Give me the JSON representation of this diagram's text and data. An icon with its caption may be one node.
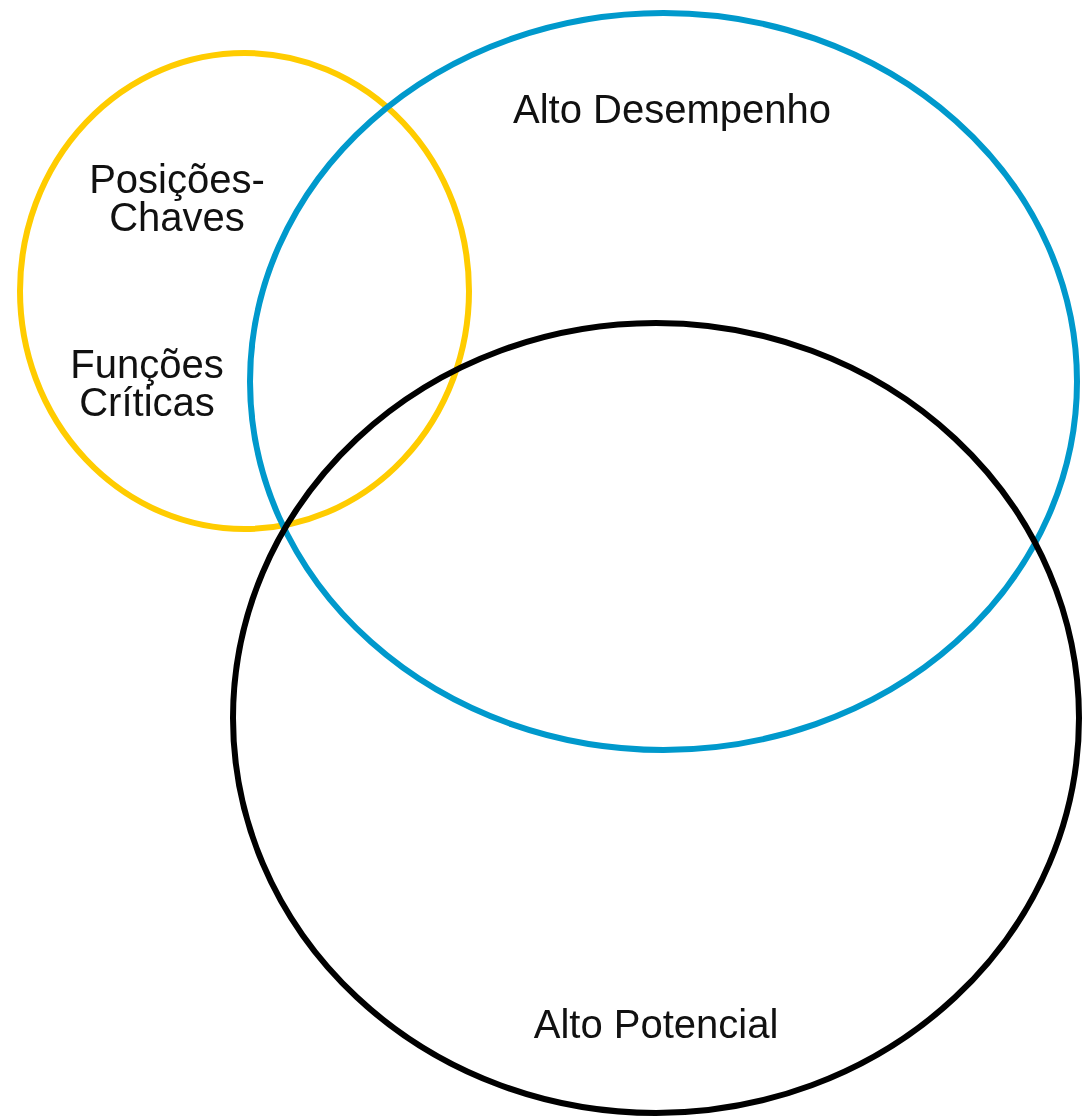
{
  "diagram": {
    "nodes": [
      {
        "text": [
          "Posições-Chaves",
          "Funções Críticas"
        ]
      },
      {
        "text": [
          "Alto Desempenho"
        ]
      },
      {
        "text": [
          "Alto Potencial"
        ]
      }
    ]
  }
}
